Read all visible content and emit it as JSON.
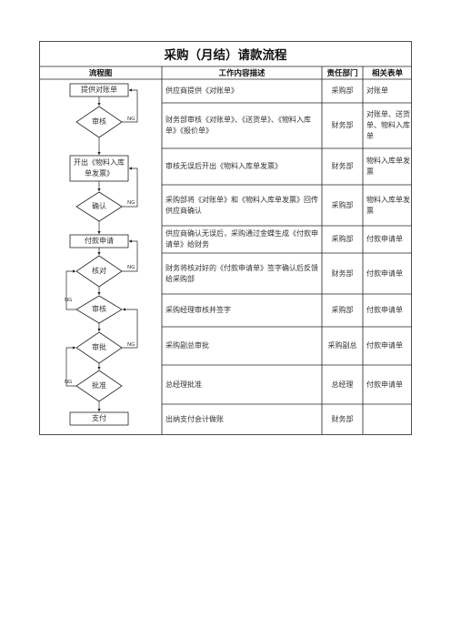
{
  "title": "采购（月结）请款流程",
  "headers": {
    "flow": "流程图",
    "desc": "工作内容描述",
    "dept": "责任部门",
    "forms": "相关表单"
  },
  "nodes": {
    "n1": "提供对账单",
    "n2": "审核",
    "n3": "开出《物料入库单发票》",
    "n4": "确认",
    "n5": "付款申请",
    "n6": "核对",
    "n7": "审核",
    "n8": "审批",
    "n9": "批准",
    "n10": "支付"
  },
  "ng_label": "NG",
  "rows": [
    {
      "desc": "供应商提供《对账单》",
      "dept": "采购部",
      "forms": "对账单"
    },
    {
      "desc": "财务部审核《对账单》、《送货单》、《物料入库单》《报价单》",
      "dept": "财务部",
      "forms": "对账单、送货单、物料入库单"
    },
    {
      "desc": "审核无误后开出《物料入库单发票》",
      "dept": "财务部",
      "forms": "物料入库单发票"
    },
    {
      "desc": "采购部将《对账单》和《物料入库单发票》回传供应商确认",
      "dept": "采购部",
      "forms": "物料入库单发票"
    },
    {
      "desc": "供应商确认无误后，采购通过金蝶生成《付款申请单》给财务",
      "dept": "采购部",
      "forms": "付款申请单"
    },
    {
      "desc": "财务将核对好的《付款申请单》签字确认后反馈给采购部",
      "dept": "财务部",
      "forms": "付款申请单"
    },
    {
      "desc": "采购经理审核并签字",
      "dept": "采购部",
      "forms": "付款申请单"
    },
    {
      "desc": "采购副总审批",
      "dept": "采购副总",
      "forms": "付款申请单"
    },
    {
      "desc": "总经理批准",
      "dept": "总经理",
      "forms": "付款申请单"
    },
    {
      "desc": "出纳支付会计做账",
      "dept": "财务部",
      "forms": ""
    }
  ]
}
